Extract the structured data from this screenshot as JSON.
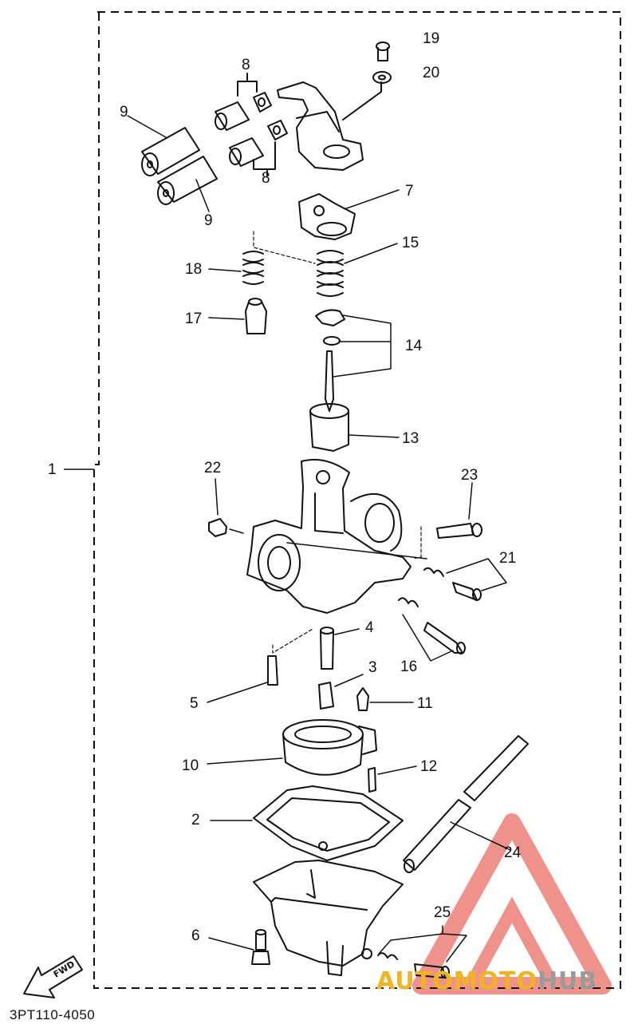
{
  "diagram": {
    "part_code": "3PT110-4050",
    "fwd_label": "FWD",
    "watermark": {
      "part1": "AUTOMOTO",
      "part2": "HUB"
    },
    "colors": {
      "line": "#111111",
      "watermark_red": "#e43a2f",
      "watermark_yellow": "#f2b322",
      "watermark_grey": "#9a9a9a"
    },
    "callouts": [
      "1",
      "2",
      "3",
      "4",
      "5",
      "6",
      "7",
      "8",
      "8",
      "9",
      "9",
      "10",
      "11",
      "12",
      "13",
      "14",
      "15",
      "16",
      "17",
      "18",
      "19",
      "20",
      "21",
      "22",
      "23",
      "24",
      "25"
    ]
  }
}
